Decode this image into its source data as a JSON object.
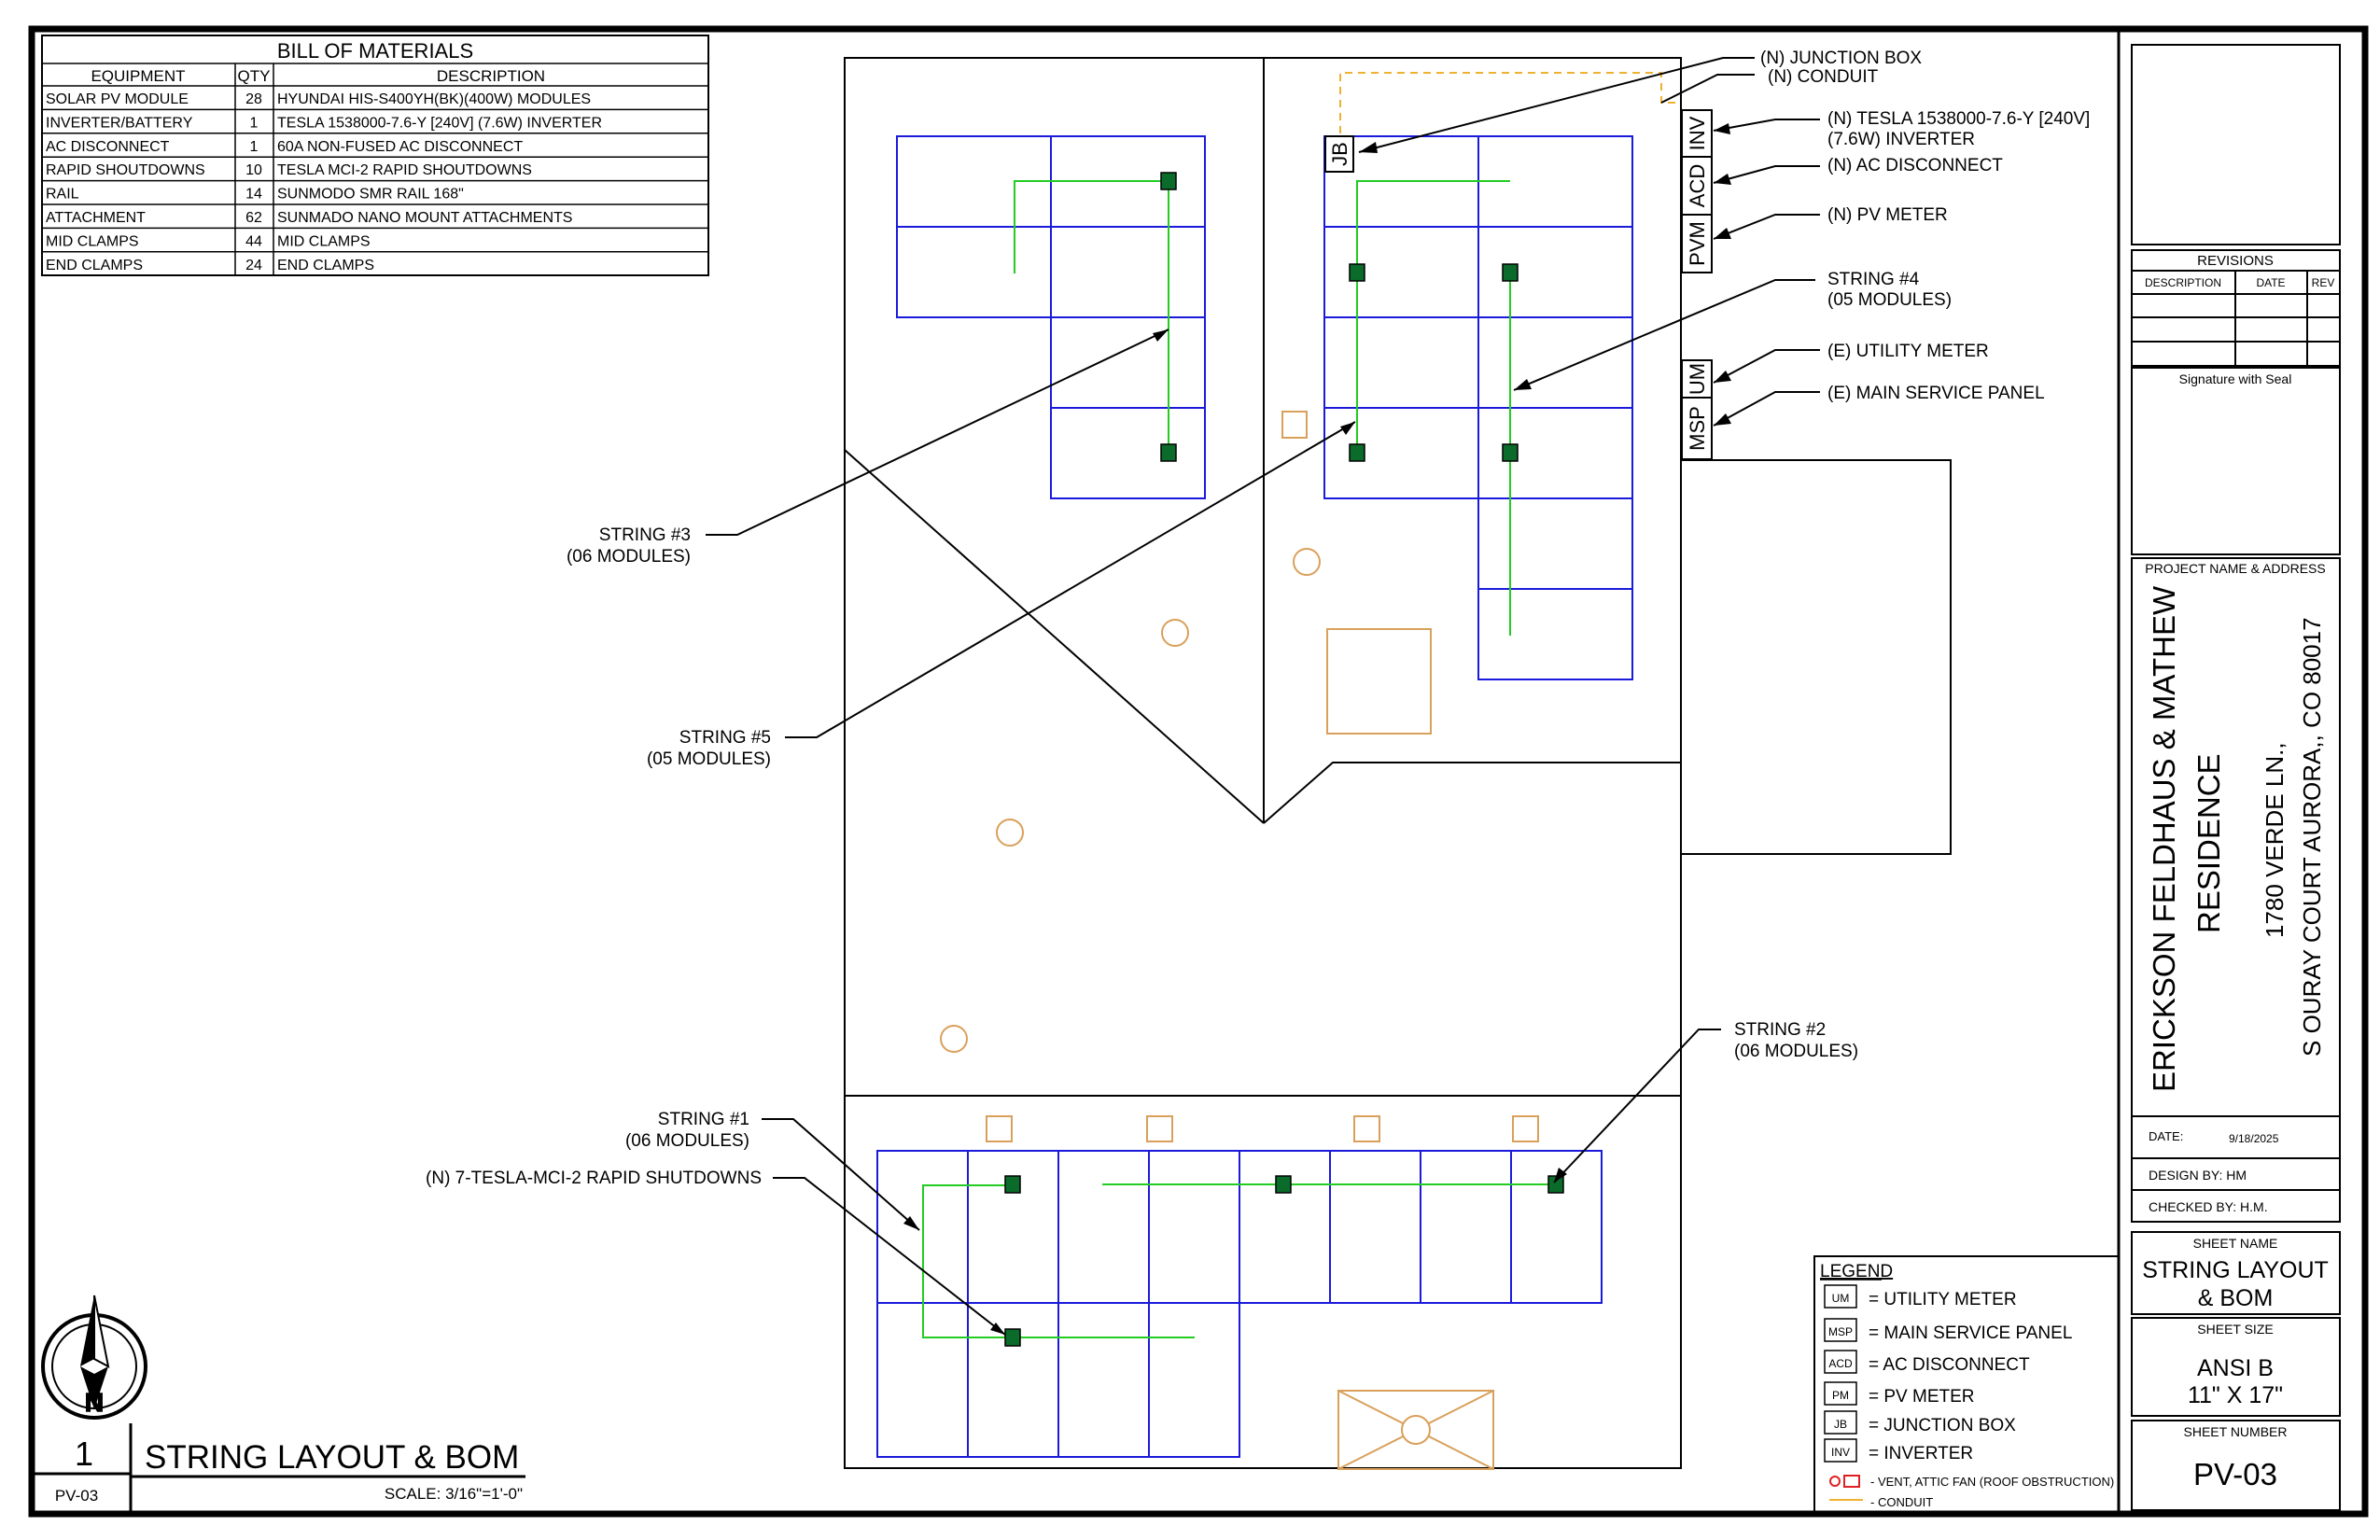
{
  "bom": {
    "title": "BILL OF MATERIALS",
    "headers": [
      "EQUIPMENT",
      "QTY",
      "DESCRIPTION"
    ],
    "rows": [
      [
        "SOLAR PV MODULE",
        "28",
        "HYUNDAI HIS-S400YH(BK)(400W) MODULES"
      ],
      [
        "INVERTER/BATTERY",
        "1",
        "TESLA 1538000-7.6-Y [240V] (7.6W) INVERTER"
      ],
      [
        "AC DISCONNECT",
        "1",
        "60A NON-FUSED AC DISCONNECT"
      ],
      [
        "RAPID SHOUTDOWNS",
        "10",
        "TESLA MCI-2 RAPID SHOUTDOWNS"
      ],
      [
        "RAIL",
        "14",
        "SUNMODO SMR RAIL 168\""
      ],
      [
        "ATTACHMENT",
        "62",
        "SUNMADO NANO MOUNT ATTACHMENTS"
      ],
      [
        "MID CLAMPS",
        "44",
        "MID CLAMPS"
      ],
      [
        "END CLAMPS",
        "24",
        "END CLAMPS"
      ]
    ]
  },
  "callouts": {
    "junction_box": "(N) JUNCTION BOX",
    "conduit": "(N) CONDUIT",
    "inverter_1": "(N) TESLA 1538000-7.6-Y [240V]",
    "inverter_2": "(7.6W) INVERTER",
    "ac_disconnect": "(N) AC DISCONNECT",
    "pv_meter": "(N) PV METER",
    "string4_1": "STRING #4",
    "string4_2": "(05 MODULES)",
    "utility_meter": "(E) UTILITY METER",
    "main_panel": "(E) MAIN SERVICE PANEL",
    "string3_1": "STRING #3",
    "string3_2": "(06 MODULES)",
    "string5_1": "STRING #5",
    "string5_2": "(05 MODULES)",
    "string2_1": "STRING #2",
    "string2_2": "(06 MODULES)",
    "string1_1": "STRING #1",
    "string1_2": "(06 MODULES)",
    "rapid_shutdowns": "(N) 7-TESLA-MCI-2 RAPID SHUTDOWNS"
  },
  "equipment_tags": {
    "jb": "JB",
    "inv": "INV",
    "acd": "ACD",
    "pvm": "PVM",
    "um": "UM",
    "msp": "MSP"
  },
  "legend": {
    "title": "LEGEND",
    "items": [
      {
        "abbr": "UM",
        "label": "= UTILITY METER"
      },
      {
        "abbr": "MSP",
        "label": "= MAIN SERVICE PANEL"
      },
      {
        "abbr": "ACD",
        "label": "= AC DISCONNECT"
      },
      {
        "abbr": "PM",
        "label": "= PV METER"
      },
      {
        "abbr": "JB",
        "label": "= JUNCTION BOX"
      },
      {
        "abbr": "INV",
        "label": "= INVERTER"
      }
    ],
    "vent": "- VENT, ATTIC FAN (ROOF OBSTRUCTION)",
    "conduit": "- CONDUIT"
  },
  "title_view": {
    "number": "1",
    "title": "STRING LAYOUT & BOM",
    "sheet": "PV-03",
    "scale": "SCALE:  3/16\"=1'-0\""
  },
  "title_block": {
    "revisions": "REVISIONS",
    "rev_headers": [
      "DESCRIPTION",
      "DATE",
      "REV"
    ],
    "signature": "Signature with Seal",
    "project_label": "PROJECT NAME & ADDRESS",
    "project_name_1": "ERICKSON FELDHAUS & MATHEW",
    "project_name_2": "RESIDENCE",
    "address_1": "1780 VERDE LN.,",
    "address_2": "S OURAY COURT AURORA,, CO  80017",
    "date_label": "DATE:",
    "date_value": "9/18/2025",
    "design_by": "DESIGN BY: HM",
    "checked_by": "CHECKED BY: H.M.",
    "sheet_name_label": "SHEET NAME",
    "sheet_name_1": "STRING LAYOUT",
    "sheet_name_2": "& BOM",
    "sheet_size_label": "SHEET SIZE",
    "sheet_size_1": "ANSI B",
    "sheet_size_2": "11\" X 17\"",
    "sheet_number_label": "SHEET NUMBER",
    "sheet_number": "PV-03"
  },
  "compass": {
    "north": "N"
  },
  "colors": {
    "module": "#1a1adb",
    "string": "#22cc22",
    "optimizer": "#0a6b2a",
    "obstruction": "#d9a05b",
    "conduit": "#f0b030",
    "vent_legend": "#e02020"
  }
}
